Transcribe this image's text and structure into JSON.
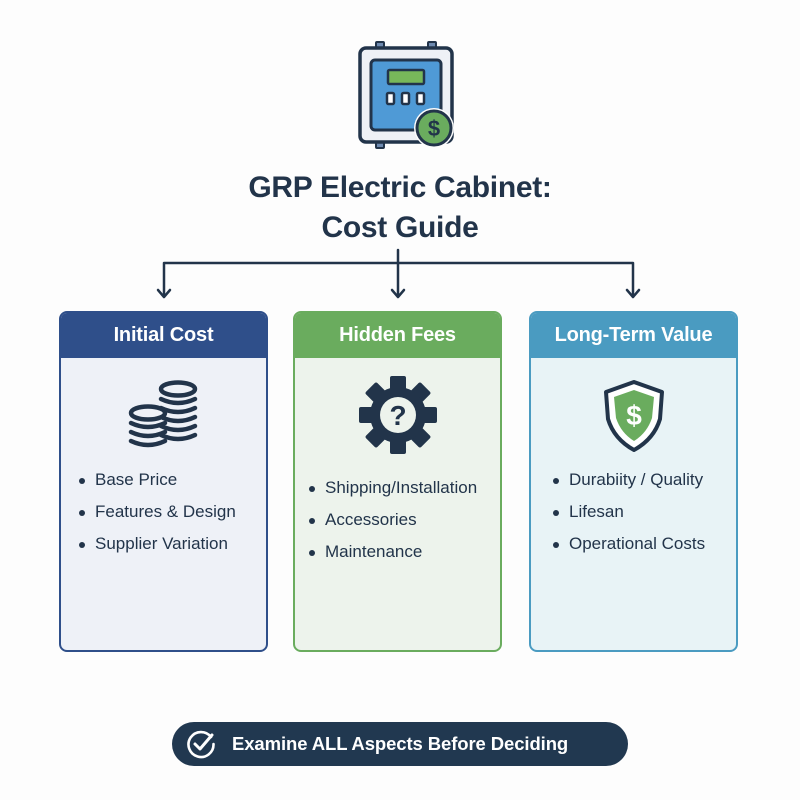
{
  "header": {
    "icon": "electric-cabinet-dollar-icon",
    "title_line1": "GRP Electric Cabinet:",
    "title_line2": "Cost Guide"
  },
  "colors": {
    "navy": "#22344a",
    "initial_cost": "#2f4f8a",
    "hidden_fees": "#6aac5e",
    "long_term_value": "#4a9bc1",
    "cta_background": "#213850"
  },
  "cards": [
    {
      "title": "Initial Cost",
      "icon": "coin-stacks-icon",
      "items": [
        "Base Price",
        "Features & Design",
        "Supplier Variation"
      ]
    },
    {
      "title": "Hidden Fees",
      "icon": "gear-question-icon",
      "items": [
        "Shipping/Installation",
        "Accessories",
        "Maintenance"
      ]
    },
    {
      "title": "Long-Term Value",
      "icon": "shield-dollar-icon",
      "items": [
        "Durabiity / Quality",
        "Lifesan",
        "Operational Costs"
      ]
    }
  ],
  "cta": {
    "icon": "check-circle-icon",
    "label": "Examine ALL Aspects Before Deciding"
  }
}
